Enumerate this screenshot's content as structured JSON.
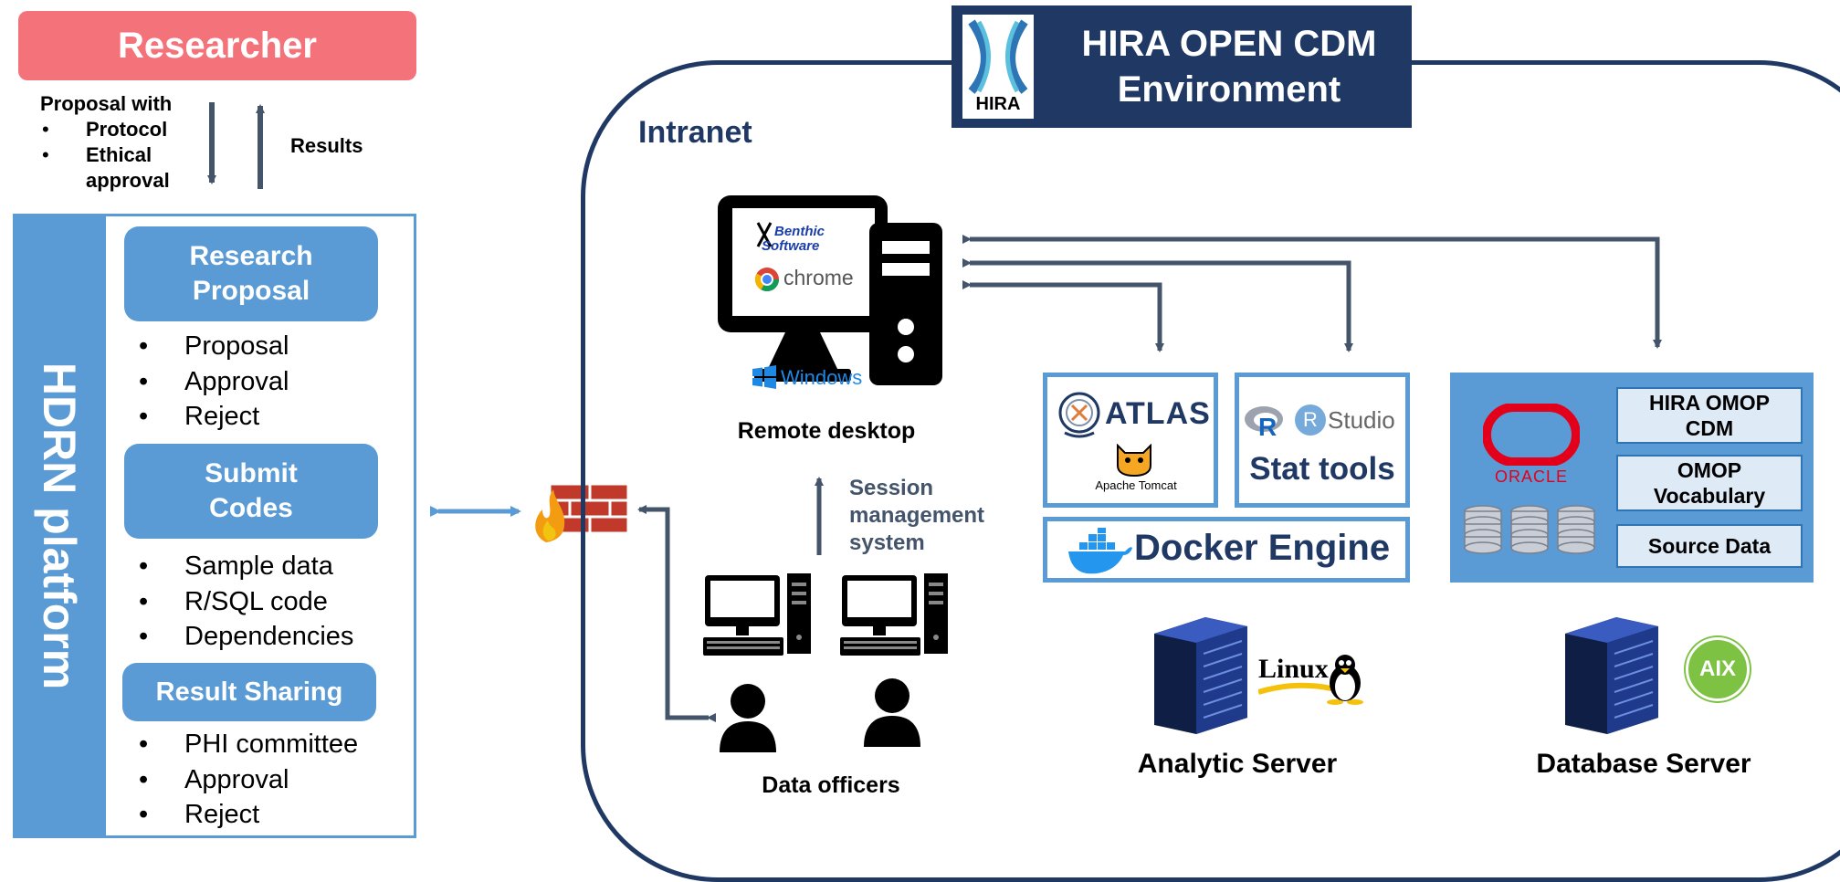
{
  "researcher": {
    "title": "Researcher"
  },
  "submission": {
    "heading": "Proposal with",
    "items": [
      "Protocol",
      "Ethical approval"
    ],
    "results_label": "Results"
  },
  "platform": {
    "title": "HDRN platform",
    "sections": [
      {
        "title": "Research Proposal",
        "items": [
          "Proposal",
          "Approval",
          "Reject"
        ]
      },
      {
        "title": "Submit Codes",
        "items": [
          "Sample data",
          "R/SQL code",
          "Dependencies"
        ]
      },
      {
        "title": "Result Sharing",
        "items": [
          "PHI committee",
          "Approval",
          "Reject"
        ]
      }
    ]
  },
  "environment": {
    "logo_text": "HIRA",
    "title_line1": "HIRA OPEN CDM",
    "title_line2": "Environment",
    "network_label": "Intranet"
  },
  "remote_desktop": {
    "caption": "Remote desktop",
    "benthic_line1": "Benthic",
    "benthic_line2": "Software",
    "browser_label": "chrome",
    "os_label": "Windows"
  },
  "session": {
    "line1": "Session",
    "line2": "management",
    "line3": "system"
  },
  "data_officers": {
    "caption": "Data officers"
  },
  "analytic_server": {
    "atlas_label": "ATLAS",
    "tomcat_label": "Apache Tomcat",
    "rstudio_r": "R",
    "rstudio_label": "Studio",
    "stat_tools_label": "Stat tools",
    "docker_label": "Docker Engine",
    "linux_label": "Linux",
    "caption": "Analytic Server"
  },
  "database_server": {
    "oracle_label": "ORACLE",
    "items": [
      "HIRA OMOP CDM",
      "OMOP Vocabulary",
      "Source Data"
    ],
    "aix_label": "AIX",
    "caption": "Database Server"
  },
  "colors": {
    "researcher": "#f4727a",
    "platform_blue": "#5b9bd5",
    "navy": "#1f3864",
    "arrow": "#44546a",
    "db_item": "#deebf7"
  }
}
